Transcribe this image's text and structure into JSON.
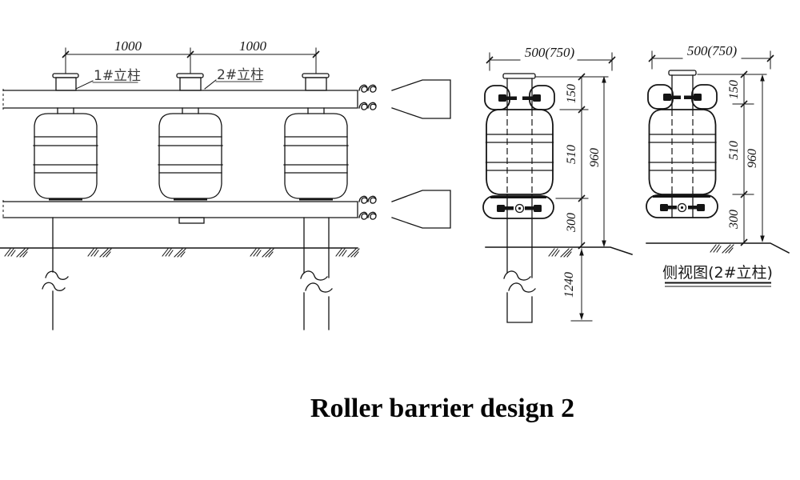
{
  "title": "Roller barrier design 2",
  "front_view": {
    "dim_span_left": "1000",
    "dim_span_right": "1000",
    "post1_label": "1#立柱",
    "post2_label": "2#立柱"
  },
  "side_view": {
    "dim_width": "500(750)",
    "dim_upper": "150",
    "dim_middle": "510",
    "dim_lower": "300",
    "dim_total": "960",
    "dim_embedment": "1240"
  },
  "side_view_2": {
    "dim_width": "500(750)",
    "dim_upper": "150",
    "dim_middle": "510",
    "dim_lower": "300",
    "dim_total": "960",
    "caption": "侧视图(2#立柱)"
  },
  "colors": {
    "line": "#141414",
    "background": "#ffffff"
  }
}
